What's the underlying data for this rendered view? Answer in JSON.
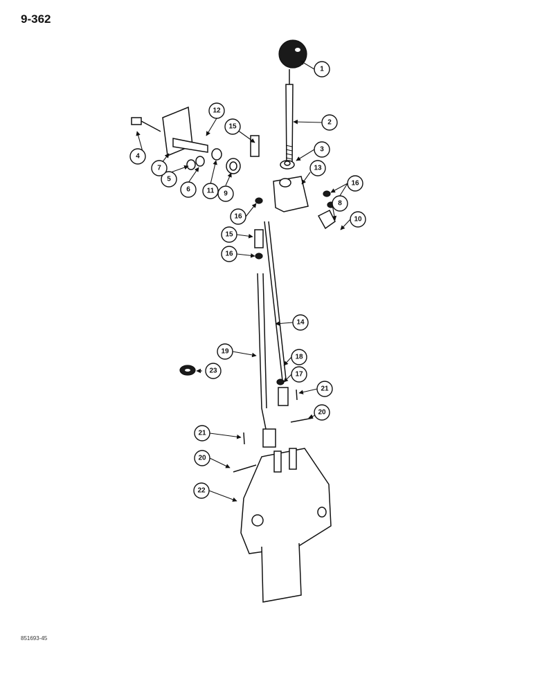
{
  "page": {
    "page_number": "9-362",
    "figure_code": "851693-45"
  },
  "callouts": [
    "1",
    "2",
    "3",
    "4",
    "5",
    "6",
    "7",
    "8",
    "9",
    "10",
    "11",
    "12",
    "13",
    "14",
    "15",
    "15",
    "16",
    "16",
    "16",
    "17",
    "18",
    "19",
    "20",
    "20",
    "21",
    "21",
    "22",
    "23"
  ]
}
